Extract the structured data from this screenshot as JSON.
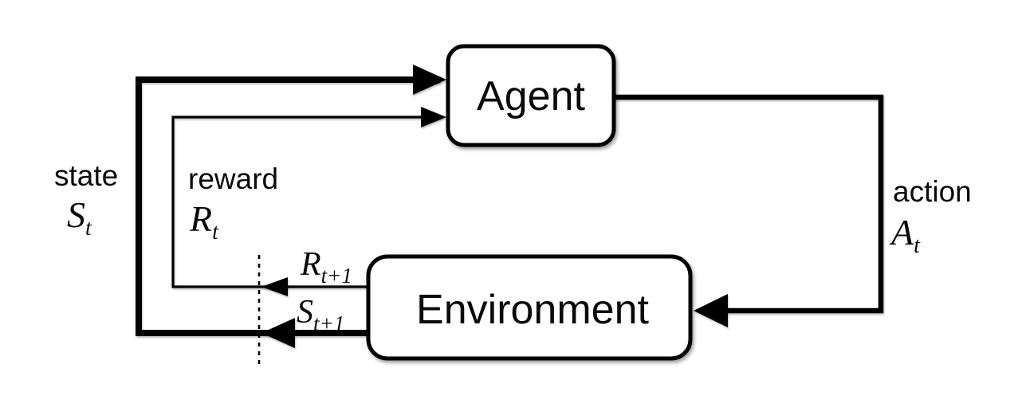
{
  "diagram": {
    "boxes": {
      "agent_label": "Agent",
      "environment_label": "Environment"
    },
    "edge_labels": {
      "state_word": "state",
      "reward_word": "reward",
      "action_word": "action"
    },
    "symbols": {
      "state_t": {
        "main": "S",
        "sub": "t"
      },
      "reward_t": {
        "main": "R",
        "sub": "t"
      },
      "action_t": {
        "main": "A",
        "sub": "t"
      },
      "reward_t_plus_1": {
        "main": "R",
        "sub": "t+1"
      },
      "state_t_plus_1": {
        "main": "S",
        "sub": "t+1"
      }
    },
    "colors": {
      "line": "#000000",
      "background": "#ffffff",
      "box_fill": "#ffffff"
    }
  }
}
